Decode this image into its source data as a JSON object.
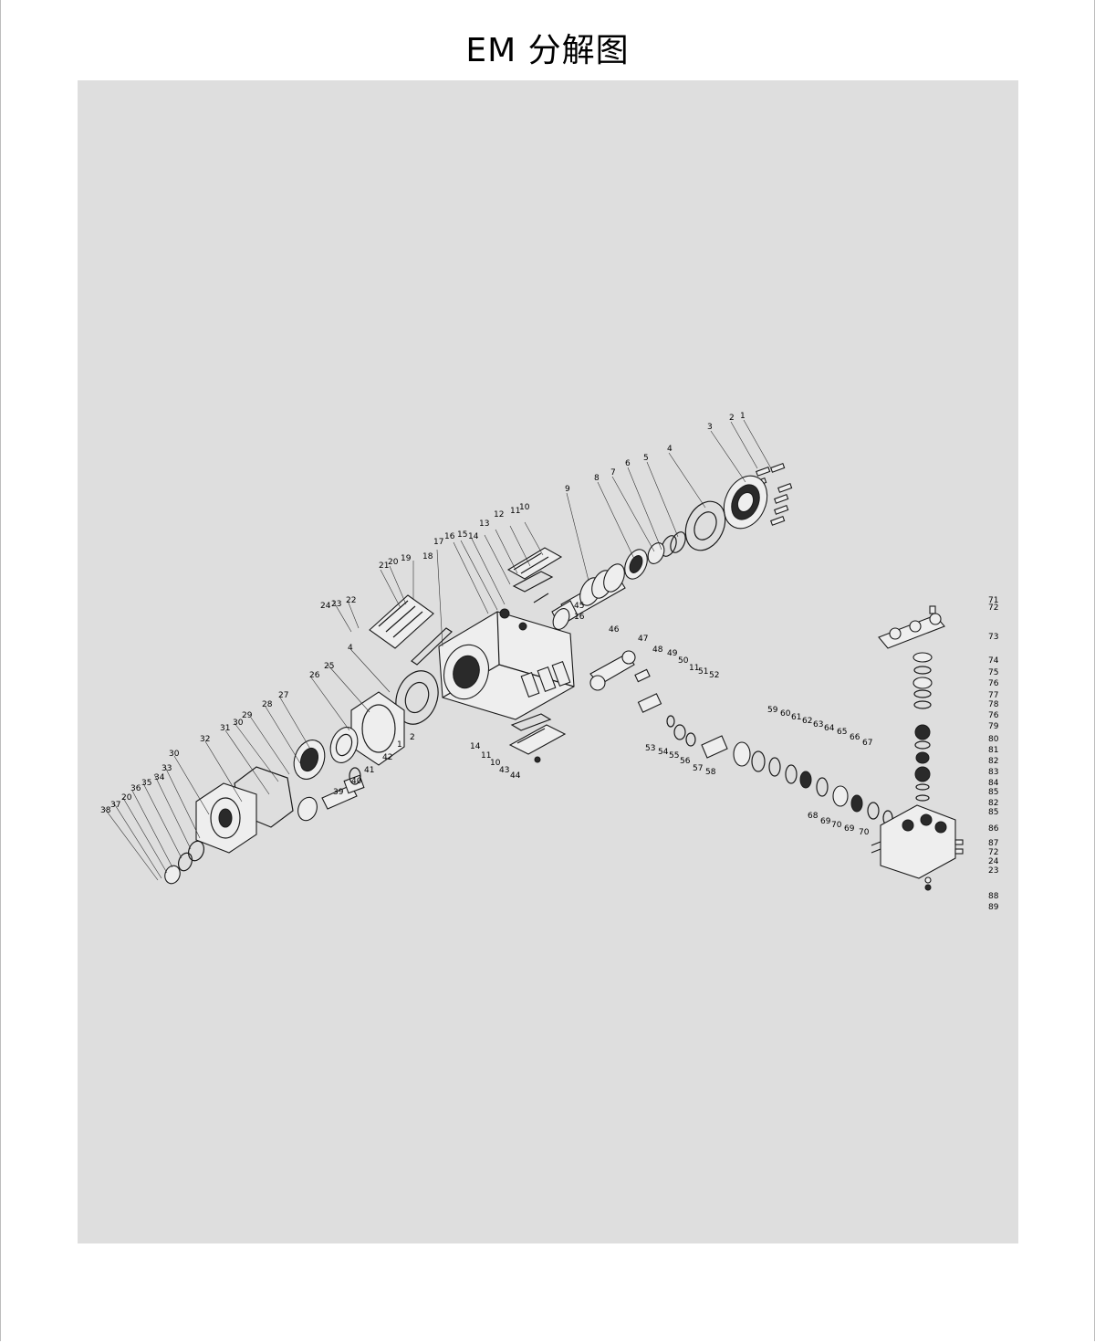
{
  "title": "EM  分解图",
  "colors": {
    "panel_background": "#dedede",
    "page_background": "#ffffff",
    "linework": "#1a1a1a"
  },
  "callouts": [
    "1",
    "2",
    "3",
    "4",
    "5",
    "6",
    "7",
    "8",
    "9",
    "10",
    "11",
    "12",
    "13",
    "14",
    "15",
    "16",
    "17",
    "18",
    "19",
    "20",
    "21",
    "22",
    "23",
    "24",
    "4",
    "25",
    "26",
    "27",
    "28",
    "29",
    "30",
    "31",
    "32",
    "33",
    "30",
    "34",
    "35",
    "36",
    "20",
    "37",
    "38",
    "39",
    "40",
    "41",
    "42",
    "1",
    "2",
    "45",
    "16",
    "46",
    "47",
    "48",
    "49",
    "50",
    "11",
    "51",
    "52",
    "14",
    "11",
    "10",
    "43",
    "44",
    "53",
    "54",
    "55",
    "56",
    "57",
    "58",
    "59",
    "60",
    "61",
    "62",
    "63",
    "64",
    "65",
    "66",
    "67",
    "68",
    "69",
    "70",
    "69",
    "70",
    "71",
    "72",
    "73",
    "74",
    "75",
    "76",
    "77",
    "78",
    "76",
    "79",
    "80",
    "81",
    "82",
    "83",
    "84",
    "85",
    "82",
    "85",
    "86",
    "87",
    "72",
    "24",
    "23",
    "88",
    "89"
  ]
}
